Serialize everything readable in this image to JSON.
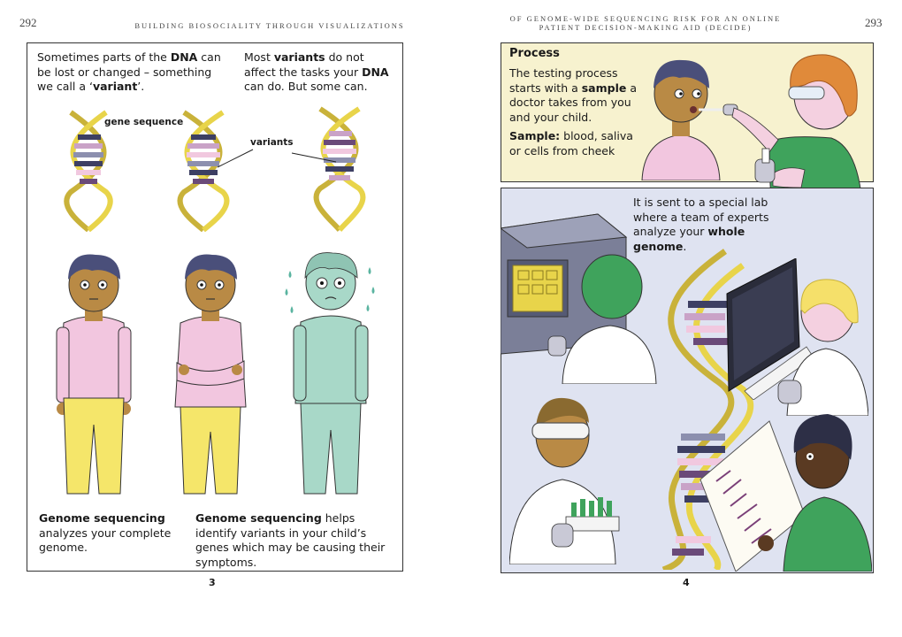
{
  "left_page": {
    "page_number": "292",
    "running_head": "BUILDING BIOSOCIALITY THROUGH VISUALIZATIONS",
    "folio": "3",
    "text_1": {
      "a": "Sometimes parts of the ",
      "b": "DNA",
      "c": " can be lost or changed – something we call a ‘",
      "d": "variant",
      "e": "’."
    },
    "text_2": {
      "a": "Most ",
      "b": "variants",
      "c": " do not affect the tasks your ",
      "d": "DNA",
      "e": " can do. But some can."
    },
    "label_gene": "gene sequence",
    "label_variants": "variants",
    "caption_1": {
      "b": "Genome sequencing",
      "c": " analyzes your complete genome."
    },
    "caption_2": {
      "b": "Genome sequencing",
      "c": " helps identify variants in your child’s genes which may be causing their symptoms."
    }
  },
  "right_page": {
    "page_number": "293",
    "running_head": "OF GENOME-WIDE SEQUENCING RISK FOR AN ONLINE PATIENT DECISION-MAKING AID (DECIDE)",
    "folio": "4",
    "process_title": "Process",
    "process_text": {
      "a": "The testing process starts with a ",
      "b": "sample",
      "c": " a doctor takes from you and your child."
    },
    "sample_text": {
      "b": "Sample:",
      "c": " blood, saliva or cells from cheek"
    },
    "lab_text": {
      "a": "It is sent to a special lab where a team of experts analyze your ",
      "b": "whole genome",
      "c": "."
    }
  },
  "colors": {
    "strand": "#e8d44a",
    "pink": "#f2c6df",
    "yellow": "#f5e66a",
    "mint": "#a8d8c8",
    "skin": "#b98a45",
    "green": "#3fa35c",
    "cream_panel": "#f7f2cf",
    "lab_bg": "#dfe3f1",
    "hair": "#4a4f7a"
  }
}
